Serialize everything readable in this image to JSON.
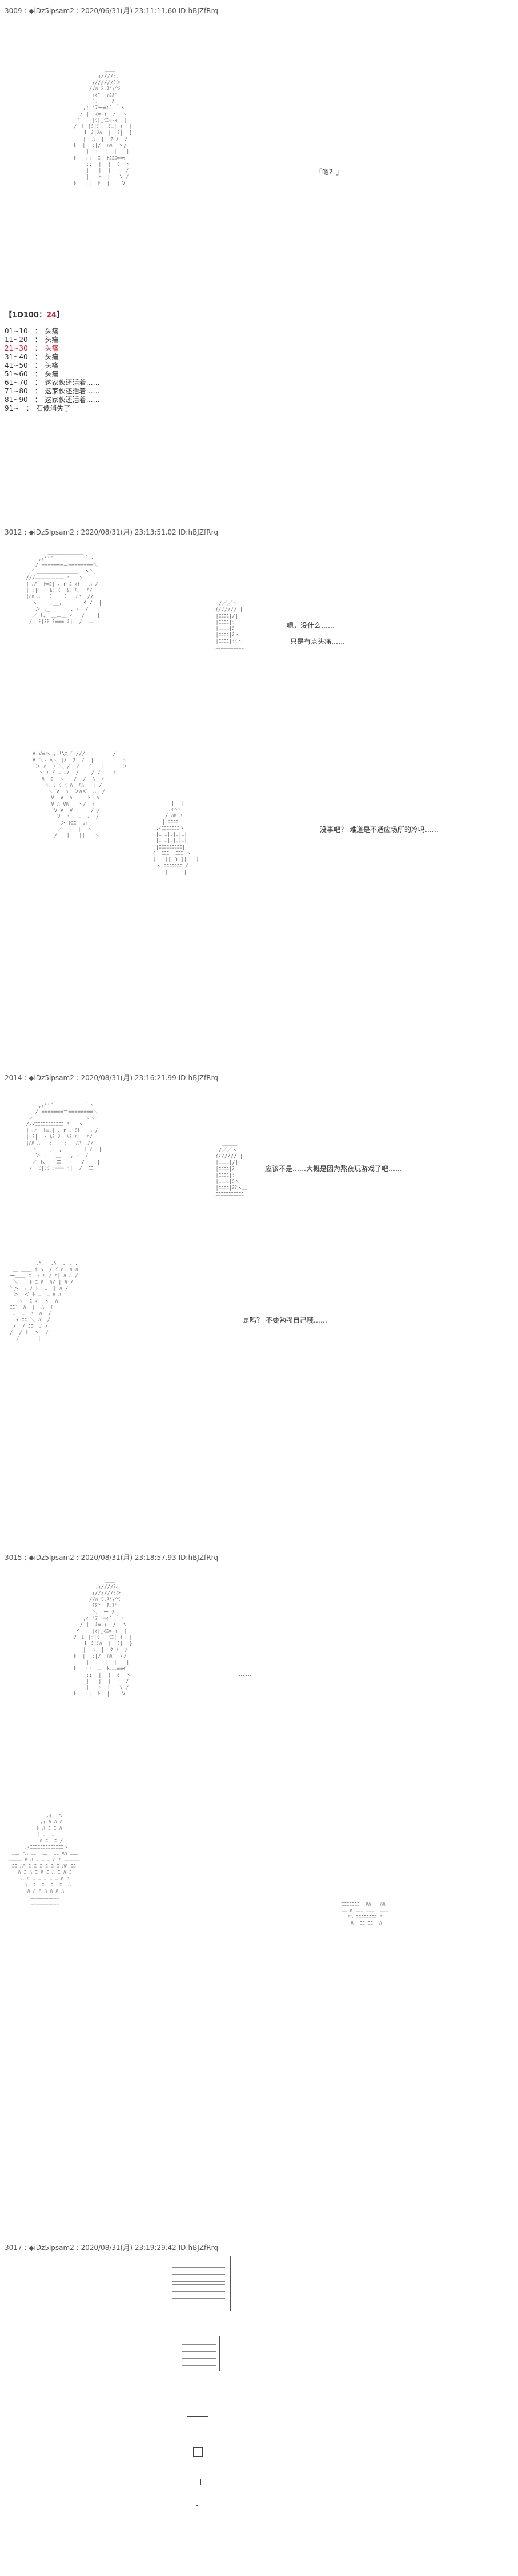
{
  "posts": [
    {
      "header": "3009 : ◆iDz5lpsam2 : 2020/06/31(月) 23:11:11.60 ID:hBJZfRrq",
      "speech": [
        "「嗯？」"
      ],
      "dice": {
        "title_prefix": "【1D100：",
        "title_value": "24",
        "title_suffix": "】",
        "rows": [
          {
            "range": "01~10",
            "text": "头痛",
            "red": false
          },
          {
            "range": "11~20",
            "text": "头痛",
            "red": false
          },
          {
            "range": "21~30",
            "text": "头痛",
            "red": true
          },
          {
            "range": "31~40",
            "text": "头痛",
            "red": false
          },
          {
            "range": "41~50",
            "text": "头痛",
            "red": false
          },
          {
            "range": "51~60",
            "text": "头痛",
            "red": false
          },
          {
            "range": "61~70",
            "text": "这家伙还活着……",
            "red": false
          },
          {
            "range": "71~80",
            "text": "这家伙还活着……",
            "red": false
          },
          {
            "range": "81~90",
            "text": "这家伙还活着……",
            "red": false
          },
          {
            "range": "91~",
            "text": "石像消失了",
            "red": false
          }
        ]
      }
    },
    {
      "header": "3012 : ◆iDz5lpsam2 : 2020/08/31(月) 23:13:51.02 ID:hBJZfRrq",
      "speech": [
        "嗯，没什么……",
        "只是有点头痛……",
        "没事吧？ 难道是不适应场所的冷吗……"
      ]
    },
    {
      "header": "2014 : ◆iDz5lpsam2 : 2020/08/31(月) 23:16:21.99 ID:hBJZfRrq",
      "speech": [
        "应该不是……大概是因为熬夜玩游戏了吧……",
        "是吗？ 不要勉强自己哦……"
      ]
    },
    {
      "header": "3015 : ◆iDz5lpsam2 : 2020/08/31(月) 23:18:57.93 ID:hBJZfRrq",
      "speech": [
        "……"
      ]
    },
    {
      "header": "3017 : ◆iDz5lpsam2 : 2020/08/31(月) 23:19:29.42 ID:hBJZfRrq"
    }
  ],
  "aa": {
    "a1": "            ＿＿\n         ,ｨ////ﾐ､\n        ｨ//////ﾐ＞\n       //ﾊ_ﾐ.ｽ'ｨ^ﾐ\n        ﾐﾐ^  ﾃﾆｽ'\n        ＼  ー ﾉ\n     ,ｨ''7ー=ｨ´ ｀ヽ\n    / |  ﾐ=-ｨ  /  ヽ\n   ｲ  | |ﾐ|_ﾐﾆ=-ｨ  |\n  / ｌ |ﾐ|ﾐ|  ﾐﾆ| ｲ  |\n  |  ｌ ﾐ|ﾐﾊ  |  ﾐ|  }\n  |  |  ﾊ  |  ｸ ﾉ  /\n  ﾄ  |  :|/  ﾊﾊ  ヽ/\n  |   |  :  |  |   |\n  ﾄ   ::  ﾆ  ﾄﾆﾆﾆ==ｲ\n  |   ::  |  |  ﾐ  ヽ\n  |   |   |  |  ﾄ  /\n  |   |   ﾄ  |   \\ /\n  ﾄ   ||  ﾄ  |    V",
    "a2": "        ＿＿＿＿＿＿＿\n     ,ｨ''´          ｀丶\n    / =======＝========＼\n  ／ ＿＿＿＿＿＿＿＿  ヽ＼\n ///ﾆﾆﾆﾆﾆﾆﾆﾆﾆﾆﾆ ﾊ   ヽ\n | ﾊﾊ  ﾄ=ﾆ| 、r ﾆ ﾐﾄ   ﾊ /\n | ﾐ|  ﾄ ﾑﾐ ﾐ  ﾑﾐ ﾊ|  ﾊ/|\n |ﾊﾊ ﾊ   ﾐ    ﾐ   ﾊﾊ  //|\n   ヽ    ,__,       ｲ /  |\n    ＞ ._  ＿  ., ｨ  /   |\n   ／ ﾄ、 ＿ニ＿ ｨ   /    |\n  /  ﾐ|ﾐﾐ ﾐ=== ﾐ|  /  ﾆﾆ|",
    "a3": "   ＿＿＿\n  /／／ヽ\n ｲ////// |\n |ﾆﾆﾆﾆ|/|\n |ﾆﾆﾆﾆ|ﾐ|\n |ﾆﾆﾆﾆ|ﾐ|\n |ﾆﾆﾆﾆ|ﾐヽ\n |ﾆﾆﾆﾆ|ﾐﾐヽ＿\n ﾆﾆﾆﾆﾆﾆﾆﾆﾆﾆﾆ",
    "a4": "  Λ V=ヘ ,.｢\\ﾆ／ ///         /\n  Λ ＼- ﾍ＼ |ﾉ  ﾌ  /  |＿＿＿    ＼\n   ＞ ﾊ  ) ＼ /  /__ ｲ   |      ＞\n    ヽ ﾊ ｲ ﾆ ﾆ/  /    / /    ｨ\n     ﾊ  ﾆ  ヽ   /  /  ﾍ  /\n      ＼ ﾐ ﾐ ﾐ ﾊ  ﾊﾊ   ﾐ /\n       ヽ V  ﾊ  ＞ﾊ＜  ﾊ  /\n        V  V  ﾊ     ﾄ  ﾊ\n        V ﾊ Vﾊ   ヽ/  ｲ\n         V V  V ﾄ    / /\n          V  ﾊ   ﾆ  ﾉ  /\n           ＞ ﾄﾆﾆ  ,ｨ\n          ／  |  |  ヽ\n         /   ||  ||   ＼",
    "a5": "       |  |\n      ,ｨ⌒ヽ\n     / ﾊﾊ ﾊ\n    | ﾆﾆﾆﾆ |\n  ,ｨﾆﾆﾆﾆﾆﾆﾆヽ\n  |ﾆ|ﾆ|ﾆ|ﾆ|ﾆ|\n  |ﾆ|ﾆ|ﾆ|ﾆ|ﾆ|\n  |ﾆﾆﾆﾆﾆﾆﾆﾆﾆ|\n ｲ  ﾆﾆﾆ  ﾆﾆﾆ ヽ\n |   |[ D ]|   |\n  ヽ ﾆﾆﾆﾆﾆﾆﾆ /\n     |     |",
    "a6": "＿＿＿＿＿ ,ﾍ   ,ﾍ ,. . ,\n  ＿ ＿＿ ｲ ﾊ  / ｲ ﾊ  ﾊ ﾊ\n ー＿＿ ﾆ  ﾄ ﾊ / ﾊ| ﾊ ﾊ /\n  ＼ ＿ ﾄ ﾆ ﾊ  ﾊ/ | ﾊ /\n ＼>  ﾉ ﾉ ﾄ  ﾆ  | ﾊ /\n  ＞  ＜ ﾄ ﾆ  ﾆ ﾊ ﾊ\n ＿ ヽ  ﾆ ﾐ  ヽ  ﾊ\n ﾆﾆ＼ ﾊ  |  ﾊ  ｲ\n  ﾆ  ﾆ  ﾊ  ﾊ  /\n   ｲ ﾆﾆ ＼ ﾊ  /\n  /  ﾉ ﾆﾆ  ﾉ /\n /  / ﾄ  ヽ  /\n   /   |  |",
    "a7": "              ＿＿\n             ,ｨ  ヽ\n           ,ｨ ﾊ ﾊ ﾊ\n          ﾄ ﾊ ﾆ ﾆ ﾊ\n          | ﾆ  ﾆ  |\n           ﾊ ﾆ  ﾆ /\n      ,ｨﾆﾆﾆﾆﾆﾆﾆﾆﾆﾆﾆﾆﾆヽ\n  ﾆﾆﾆ ﾊﾊ ﾆﾆ  ﾆﾆ  ﾆﾆ ﾊﾊ ﾆﾆﾆ\n ﾆﾆﾆﾆﾆ ﾊ ﾊ ﾆ ﾆ ﾆ ﾊ ﾊ ﾆﾆﾆﾆﾆﾆ\n  ﾆﾆ ﾊﾊ ﾆ ﾆ ﾆ ﾆ ﾆ ﾆ ﾊﾊ ﾆﾆ\n    ﾊ ﾆ ﾊ ﾆ ﾊ ﾆ ﾊ ﾆ ﾊ ﾆ\n     ﾊ ﾊ ﾆ ﾆ ﾆ ﾆ ﾆ ﾊ ﾊ\n      ﾊ  ﾆ  ﾆ  ﾆ  ﾆ  ﾊ\n       ﾊ ﾊ ﾊ ﾊ ﾊ ﾊ ﾊ\n        ﾆﾆﾆﾆﾆﾆﾆﾆﾆﾆﾆ\n        ﾆﾆﾆﾆﾆﾆﾆﾆﾆﾆﾆ",
    "a8": "ﾆﾆﾆﾆﾆﾆﾆ  ﾊﾊ   ﾊﾊ\nﾆﾆ ﾊ ﾆﾆﾆ ﾆﾆﾆ  ﾆﾆﾆ\n  ﾊﾊ ﾆﾆﾆﾆﾆﾆﾆﾆ ﾊ\n   ﾊ  ﾆﾆ ﾆﾆ  ﾊ"
  }
}
